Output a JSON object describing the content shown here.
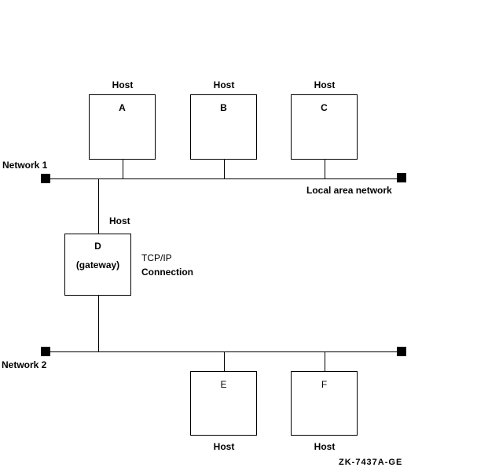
{
  "diagram": {
    "title_semantic": "TCP/IP gateway connecting two networks",
    "network1": {
      "label": "Network 1"
    },
    "network2": {
      "label": "Network 2"
    },
    "lan_label": "Local area network",
    "connection": {
      "line1": "TCP/IP",
      "line2": "Connection"
    },
    "figure_code": "ZK-7437A-GE",
    "hosts": [
      {
        "id": "A",
        "caption": "Host"
      },
      {
        "id": "B",
        "caption": "Host"
      },
      {
        "id": "C",
        "caption": "Host"
      },
      {
        "id": "D",
        "caption": "Host",
        "sublabel": "(gateway)"
      },
      {
        "id": "E",
        "caption": "Host"
      },
      {
        "id": "F",
        "caption": "Host"
      }
    ],
    "colors": {
      "line": "#000000",
      "background": "#ffffff"
    }
  }
}
